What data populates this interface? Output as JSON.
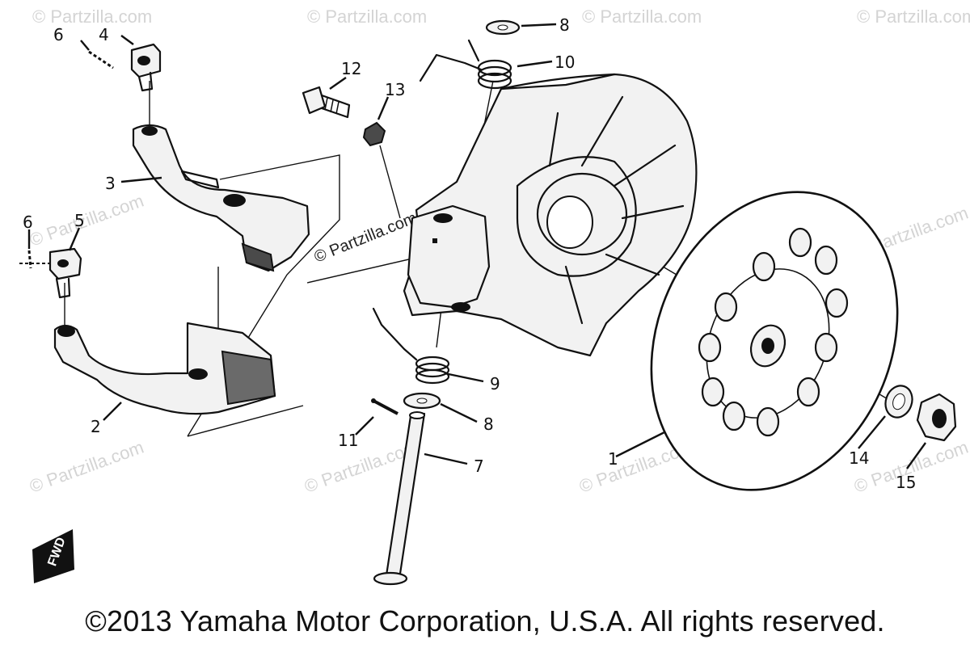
{
  "copyright": "©2013 Yamaha Motor Corporation, U.S.A. All rights reserved.",
  "watermark": {
    "text": "© Partzilla.com",
    "center_text": "© Partzilla.com",
    "color": "#d4d4d4"
  },
  "fwd_marker": "FWD",
  "callouts": [
    {
      "id": "c1",
      "label": "1"
    },
    {
      "id": "c2",
      "label": "2"
    },
    {
      "id": "c3",
      "label": "3"
    },
    {
      "id": "c4",
      "label": "4"
    },
    {
      "id": "c5",
      "label": "5"
    },
    {
      "id": "c6a",
      "label": "6"
    },
    {
      "id": "c6b",
      "label": "6"
    },
    {
      "id": "c7",
      "label": "7"
    },
    {
      "id": "c8a",
      "label": "8"
    },
    {
      "id": "c8b",
      "label": "8"
    },
    {
      "id": "c9",
      "label": "9"
    },
    {
      "id": "c10",
      "label": "10"
    },
    {
      "id": "c11",
      "label": "11"
    },
    {
      "id": "c12",
      "label": "12"
    },
    {
      "id": "c13",
      "label": "13"
    },
    {
      "id": "c14",
      "label": "14"
    },
    {
      "id": "c15",
      "label": "15"
    }
  ]
}
